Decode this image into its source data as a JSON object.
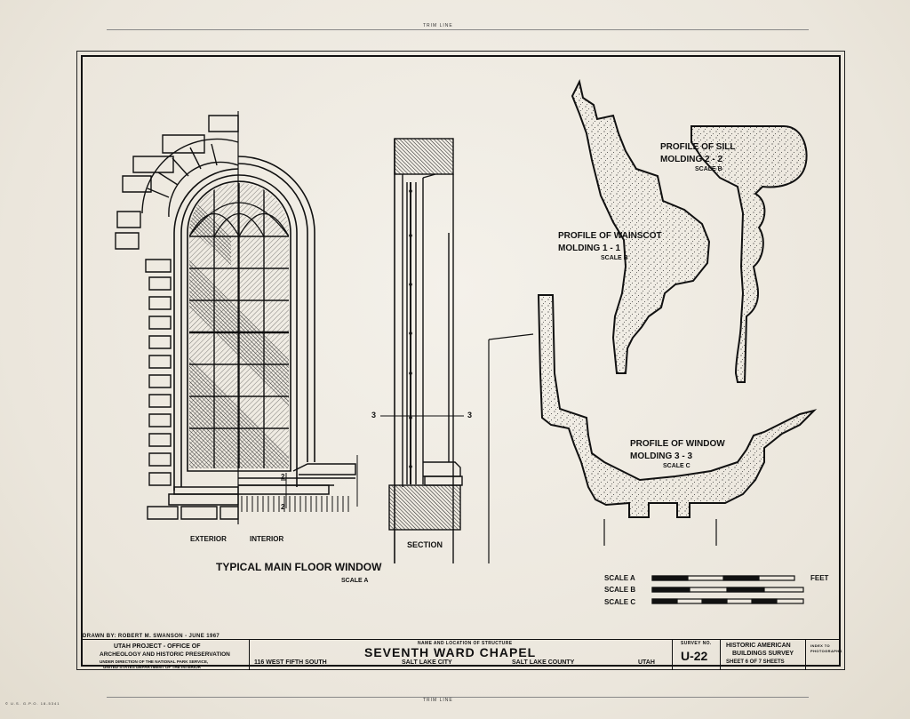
{
  "sheet": {
    "trim_top": "TRIM LINE",
    "trim_bottom": "TRIM LINE",
    "printer_note": "© U.S. G.P.O. 18-5341"
  },
  "drawing": {
    "window_title": "TYPICAL  MAIN  FLOOR  WINDOW",
    "window_scale": "SCALE  A",
    "exterior_label": "EXTERIOR",
    "interior_label": "INTERIOR",
    "section_label": "SECTION",
    "cut_2_top": "2",
    "cut_2_bottom": "2",
    "cut_3_left": "3",
    "cut_3_right": "3",
    "sill_title_1": "PROFILE  OF  SILL",
    "sill_title_2": "MOLDING  2 - 2",
    "sill_scale": "SCALE  B",
    "wainscot_title_1": "PROFILE  OF  WAINSCOT",
    "wainscot_title_2": "MOLDING  1 - 1",
    "wainscot_scale": "SCALE  B",
    "window_profile_title_1": "PROFILE  OF  WINDOW",
    "window_profile_title_2": "MOLDING  3 - 3",
    "window_profile_scale": "SCALE  C"
  },
  "scales": {
    "scale_a": "SCALE  A",
    "scale_b": "SCALE  B",
    "scale_c": "SCALE  C",
    "unit": "FEET"
  },
  "title_block": {
    "drawn_by": "DRAWN BY: ROBERT  M.  SWANSON  -  JUNE  1967",
    "project_1": "UTAH  PROJECT  -  OFFICE  OF",
    "project_2": "ARCHEOLOGY  AND  HISTORIC  PRESERVATION",
    "project_3": "UNDER DIRECTION OF THE NATIONAL PARK SERVICE,",
    "project_4": "UNITED STATES DEPARTMENT OF THE INTERIOR",
    "name_caption": "NAME AND LOCATION OF STRUCTURE",
    "structure_name": "SEVENTH   WARD   CHAPEL",
    "address": "116  WEST  FIFTH  SOUTH",
    "city": "SALT  LAKE  CITY",
    "county": "SALT  LAKE  COUNTY",
    "state": "UTAH",
    "survey_caption": "SURVEY NO.",
    "survey_number": "U-22",
    "agency_1": "HISTORIC  AMERICAN",
    "agency_2": "BUILDINGS  SURVEY",
    "sheet_info": "SHEET  6  OF  7  SHEETS",
    "index_note_1": "INDEX TO",
    "index_note_2": "PHOTOGRAPHS"
  }
}
